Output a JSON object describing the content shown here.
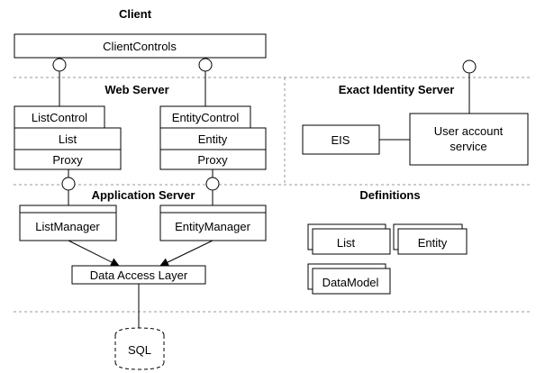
{
  "sections": {
    "client": "Client",
    "web_server": "Web Server",
    "exact_identity_server": "Exact Identity Server",
    "application_server": "Application Server",
    "definitions": "Definitions"
  },
  "client": {
    "client_controls": "ClientControls"
  },
  "web_server": {
    "list_stack": {
      "control": "ListControl",
      "middle": "List",
      "proxy": "Proxy"
    },
    "entity_stack": {
      "control": "EntityControl",
      "middle": "Entity",
      "proxy": "Proxy"
    }
  },
  "identity": {
    "eis": "EIS",
    "user_account_line1": "User account",
    "user_account_line2": "service"
  },
  "app_server": {
    "list_manager": "ListManager",
    "entity_manager": "EntityManager",
    "data_access_layer": "Data Access Layer"
  },
  "definitions": {
    "list": "List",
    "entity": "Entity",
    "data_model": "DataModel"
  },
  "database": {
    "sql": "SQL"
  }
}
